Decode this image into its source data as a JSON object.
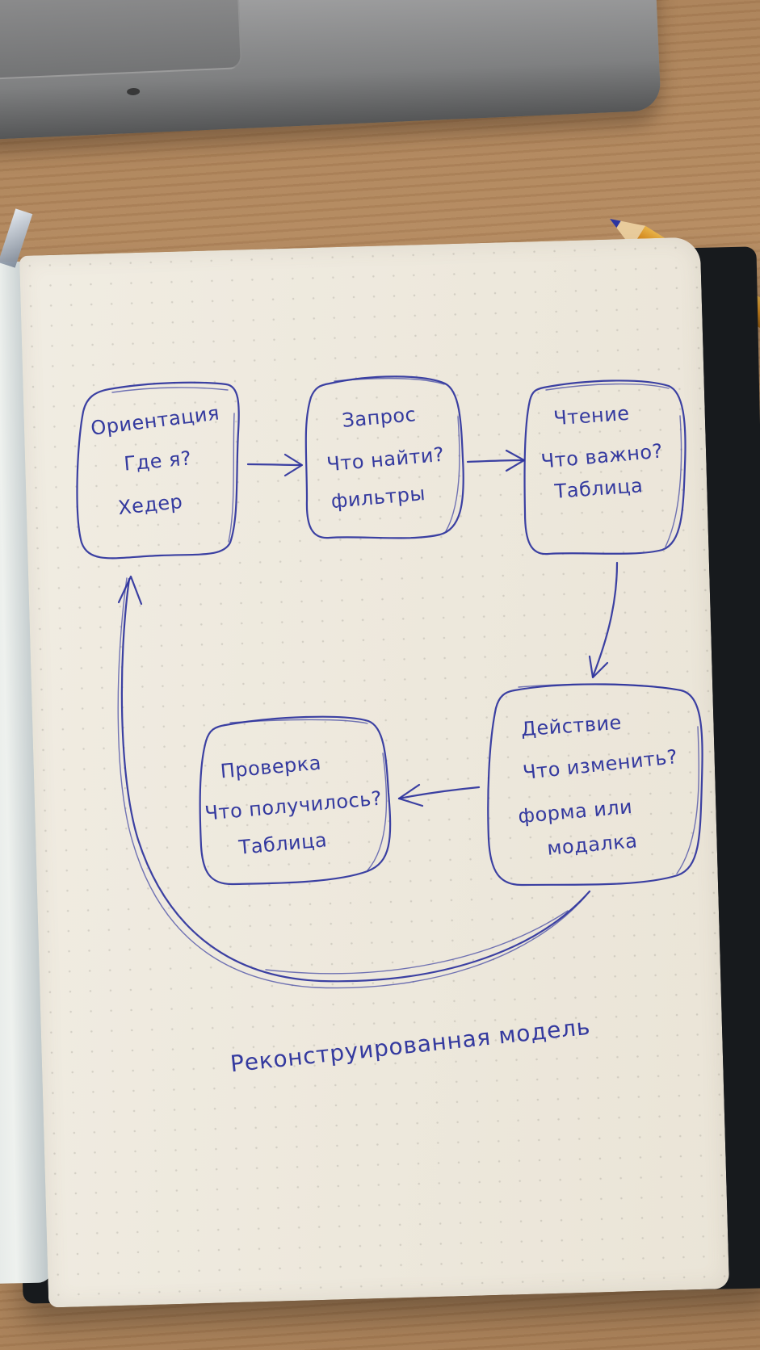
{
  "diagram": {
    "nodes": [
      {
        "id": "orientation",
        "title": "Ориентация",
        "question": "Где я?",
        "detail": "Хедер"
      },
      {
        "id": "request",
        "title": "Запрос",
        "question": "Что найти?",
        "detail": "фильтры"
      },
      {
        "id": "reading",
        "title": "Чтение",
        "question": "Что важно?",
        "detail": "Таблица"
      },
      {
        "id": "action",
        "title": "Действие",
        "question": "Что изменить?",
        "detail_line_1": "форма или",
        "detail_line_2": "модалка"
      },
      {
        "id": "check",
        "title": "Проверка",
        "question": "Что получилось?",
        "detail": "Таблица"
      }
    ],
    "edges": [
      {
        "from": "orientation",
        "to": "request"
      },
      {
        "from": "request",
        "to": "reading"
      },
      {
        "from": "reading",
        "to": "action"
      },
      {
        "from": "action",
        "to": "check"
      },
      {
        "from": "action",
        "to": "orientation"
      }
    ],
    "caption": "Реконструированная модель",
    "ink_color": "#2d339d"
  }
}
